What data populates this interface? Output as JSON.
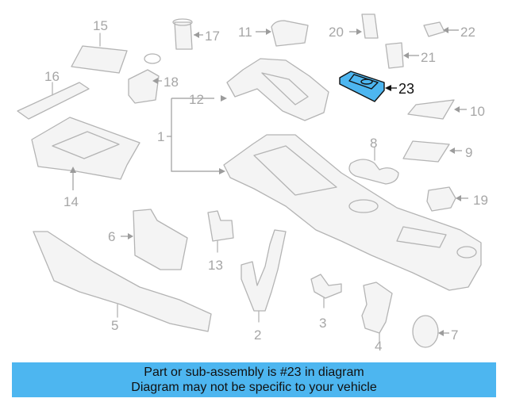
{
  "diagram": {
    "highlighted_part": "23",
    "callouts": {
      "c1": "1",
      "c2": "2",
      "c3": "3",
      "c4": "4",
      "c5": "5",
      "c6": "6",
      "c7": "7",
      "c8": "8",
      "c9": "9",
      "c10": "10",
      "c11": "11",
      "c12": "12",
      "c13": "13",
      "c14": "14",
      "c15": "15",
      "c16": "16",
      "c17": "17",
      "c18": "18",
      "c19": "19",
      "c20": "20",
      "c21": "21",
      "c22": "22",
      "c23": "23"
    },
    "colors": {
      "highlight": "#4db6f0",
      "line": "#b4b4b4",
      "text": "#a6a6a6"
    }
  },
  "banner": {
    "line1": "Part or sub-assembly is #23 in diagram",
    "line2": "Diagram may not be specific to your vehicle"
  }
}
